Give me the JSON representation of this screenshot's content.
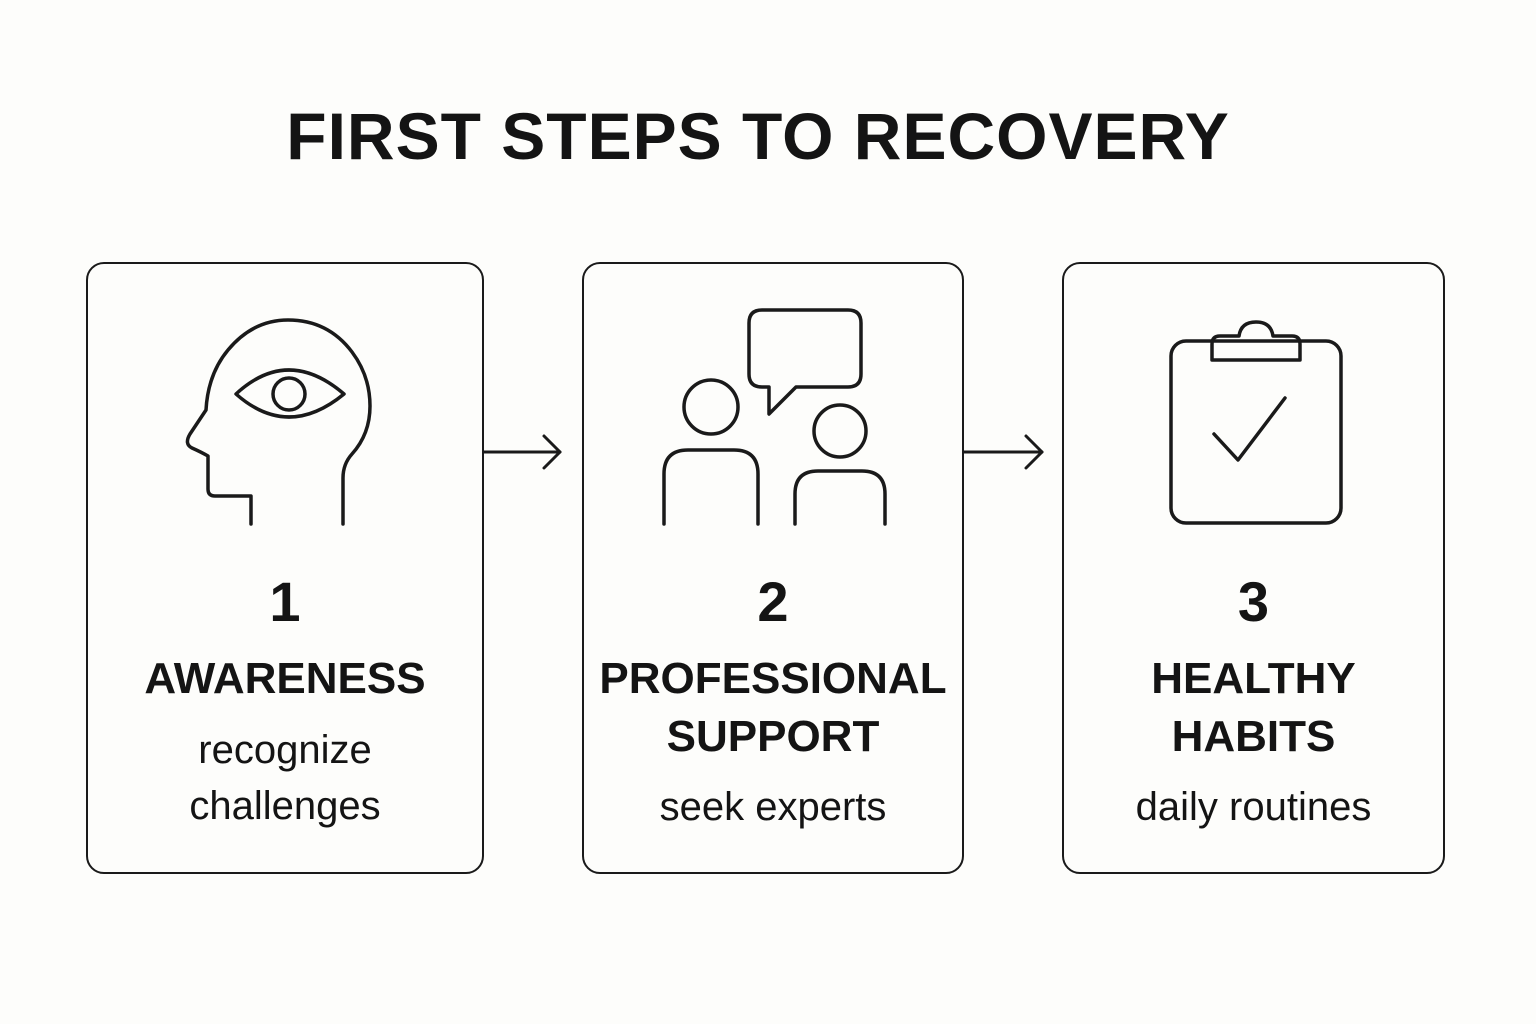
{
  "title": "FIRST STEPS TO RECOVERY",
  "steps": [
    {
      "number": "1",
      "heading": "AWARENESS",
      "subtitle_line1": "recognize",
      "subtitle_line2": "challenges",
      "icon": "head-eye-icon"
    },
    {
      "number": "2",
      "heading_line1": "PROFESSIONAL",
      "heading_line2": "SUPPORT",
      "subtitle": "seek experts",
      "icon": "people-speech-bubble-icon"
    },
    {
      "number": "3",
      "heading_line1": "HEALTHY",
      "heading_line2": "HABITS",
      "subtitle": "daily routines",
      "icon": "clipboard-check-icon"
    }
  ],
  "connectors": [
    "arrow-right-icon",
    "arrow-right-icon"
  ],
  "colors": {
    "background": "#fdfdfb",
    "ink": "#1a1a1a"
  }
}
